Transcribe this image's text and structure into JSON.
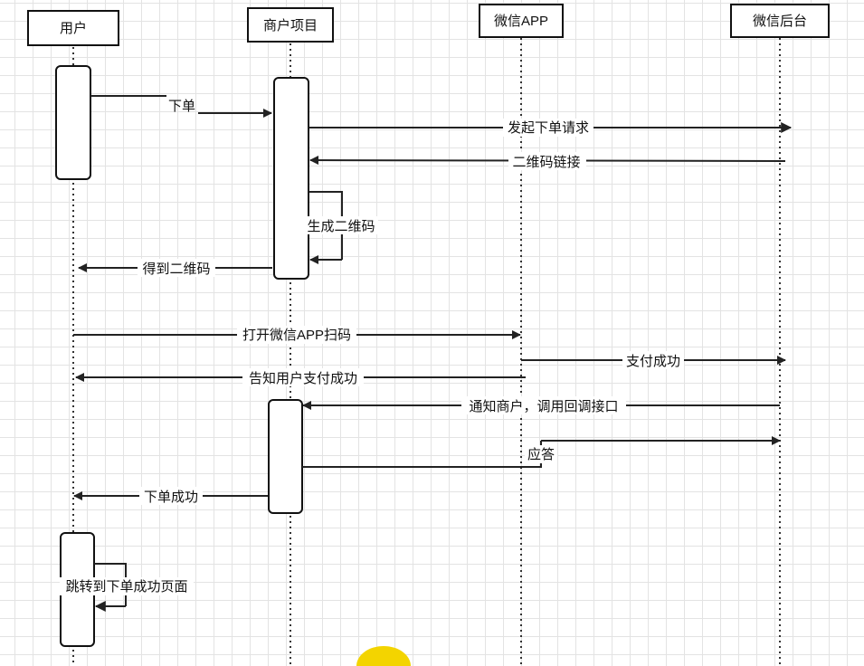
{
  "actors": {
    "user": "用户",
    "merchant": "商户项目",
    "wechat_app": "微信APP",
    "wechat_backend": "微信后台"
  },
  "messages": {
    "place_order": "下单",
    "initiate_order_request": "发起下单请求",
    "qr_code_link": "二维码链接",
    "generate_qr_code": "生成二维码",
    "get_qr_code": "得到二维码",
    "open_wechat_scan": "打开微信APP扫码",
    "payment_success": "支付成功",
    "notify_user_payment_success": "告知用户支付成功",
    "notify_merchant_callback": "通知商户，调用回调接口",
    "response": "应答",
    "order_success": "下单成功",
    "jump_to_success_page": "跳转到下单成功页面"
  }
}
